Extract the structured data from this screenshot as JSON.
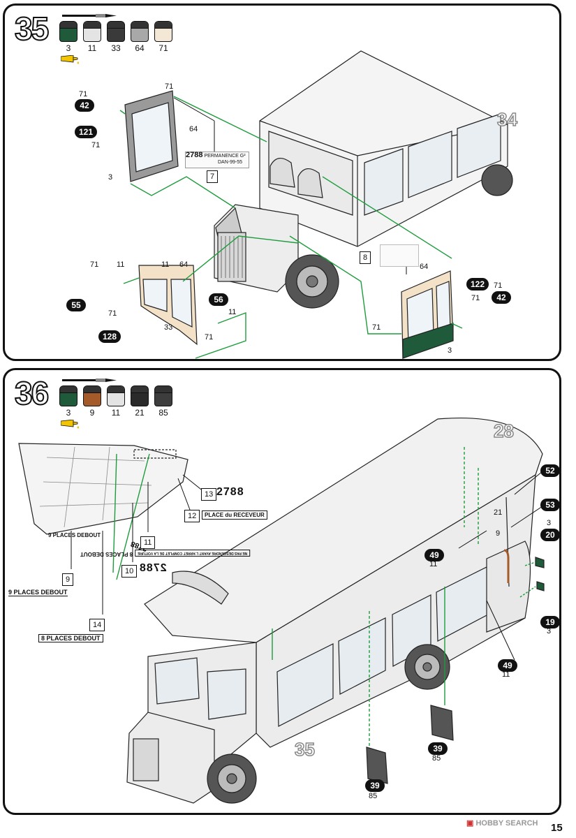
{
  "step35": {
    "number": "35",
    "paints": [
      {
        "code": "3",
        "color": "#1f5a3a"
      },
      {
        "code": "11",
        "color": "#e4e4e4"
      },
      {
        "code": "33",
        "color": "#3a3a3a"
      },
      {
        "code": "64",
        "color": "#a8a8a8"
      },
      {
        "code": "71",
        "color": "#f3e8d6"
      }
    ],
    "ref_number": "34",
    "parts": {
      "p42": "42",
      "p121": "121",
      "p55": "55",
      "p128": "128",
      "p56": "56",
      "p122": "122",
      "p42b": "42"
    },
    "labels": {
      "a71_top": "71",
      "a71_left": "71",
      "a64_top": "64",
      "a3_left": "3",
      "a71_55": "71",
      "a11_55": "11",
      "a11_door": "11",
      "a64_door": "64",
      "a71_door": "71",
      "a33_door": "33",
      "a11_56": "11",
      "a71_56": "71",
      "a64_right": "64",
      "a71_right1": "71",
      "a71_right2": "71",
      "a71_right3": "71",
      "a3_right": "3"
    },
    "decals": {
      "d7": "7",
      "d8": "8",
      "plate_text": "2788",
      "permanence": "PERMANENCE G²",
      "permanence_plate": "DAN-99-55"
    }
  },
  "step36": {
    "number": "36",
    "paints": [
      {
        "code": "3",
        "color": "#1f5a3a"
      },
      {
        "code": "9",
        "color": "#a55a2a"
      },
      {
        "code": "11",
        "color": "#e4e4e4"
      },
      {
        "code": "21",
        "color": "#2a2a2a"
      },
      {
        "code": "85",
        "color": "#3d3d3d"
      }
    ],
    "ref_top": "28",
    "ref_bottom": "35",
    "parts": {
      "p52": "52",
      "p53": "53",
      "p20": "20",
      "p19": "19",
      "p49a": "49",
      "p49b": "49",
      "p39a": "39",
      "p39b": "39"
    },
    "labels": {
      "a21": "21",
      "a9": "9",
      "a3_53": "3",
      "a3_19": "3",
      "a11_49a": "11",
      "a11_49b": "11",
      "a85_39a": "85",
      "a85_39b": "85"
    },
    "decals": {
      "d13": "13",
      "d13_text": "2788",
      "d12": "12",
      "d12_text": "PLACE du RECEVEUR",
      "d11": "11",
      "d11_text": "NE PAS DESCENDRE AVANT L'ARRET COMPLET DE LA VOITURE",
      "d10": "10",
      "d10_text": "2788",
      "d9": "9",
      "d9_text": "9 PLACES DEBOUT",
      "d14": "14",
      "d14_text": "8 PLACES DEBOUT",
      "roof_text_9": "9 PLACES DEBOUT",
      "roof_text_8": "8 PLACES DEBOUT",
      "roof_plate": "2788"
    }
  },
  "footer": {
    "brand": "HOBBY SEARCH",
    "page": "15"
  }
}
